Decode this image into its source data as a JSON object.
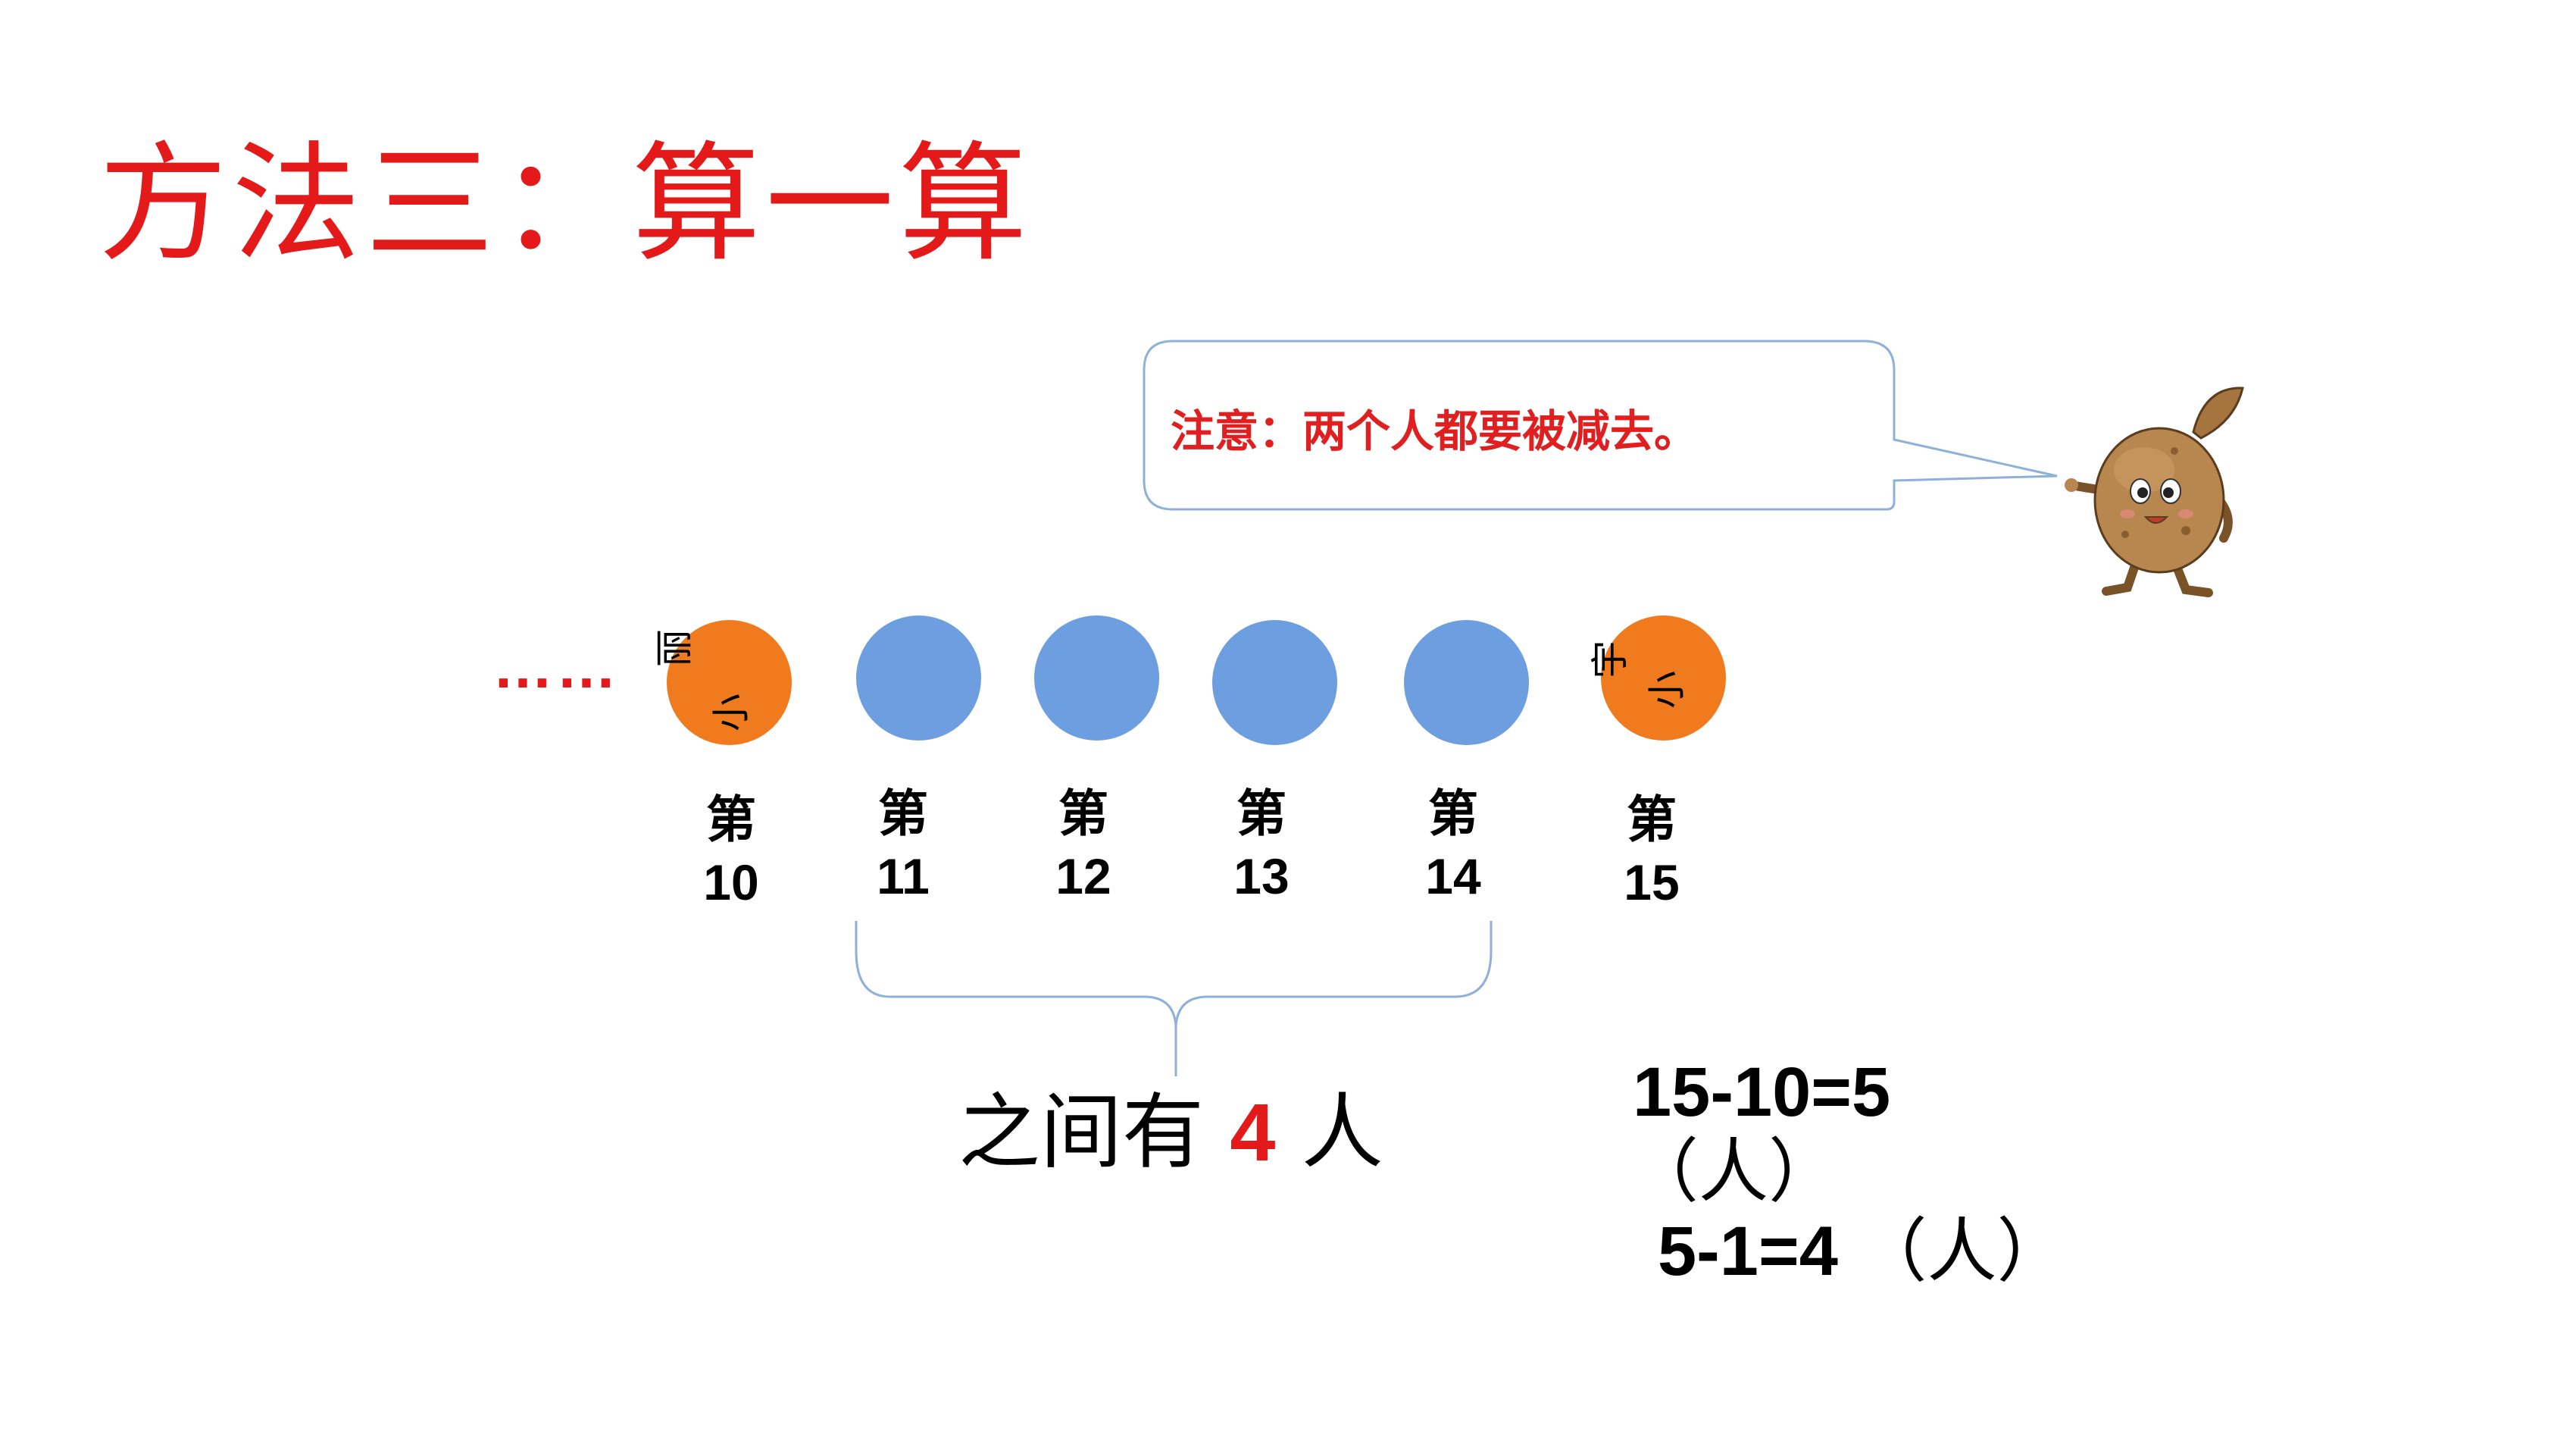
{
  "title": "方法三：算一算",
  "note": "注意：两个人都要被减去。",
  "dots": "……",
  "people": [
    {
      "name": "小丽",
      "label_top": "第",
      "label_num": "10",
      "color": "orange"
    },
    {
      "name": "",
      "label_top": "第",
      "label_num": "11",
      "color": "blue"
    },
    {
      "name": "",
      "label_top": "第",
      "label_num": "12",
      "color": "blue"
    },
    {
      "name": "",
      "label_top": "第",
      "label_num": "13",
      "color": "blue"
    },
    {
      "name": "",
      "label_top": "第",
      "label_num": "14",
      "color": "blue"
    },
    {
      "name": "小宇",
      "label_top": "第",
      "label_num": "15",
      "color": "orange"
    }
  ],
  "names": {
    "left_1": "小",
    "left_2": "丽",
    "right_1": "小",
    "right_2": "宇"
  },
  "between": {
    "prefix": "之间有",
    "count": "4",
    "suffix": "人"
  },
  "equations": {
    "eq1": "15-10=5",
    "eq1_unit": "（人）",
    "eq2": "5-1=4",
    "eq2_unit": "（人）"
  },
  "colors": {
    "title": "#e41a1a",
    "orange": "#f07a1e",
    "blue": "#6c9ee0",
    "bubble_border": "#8fb0d8"
  }
}
